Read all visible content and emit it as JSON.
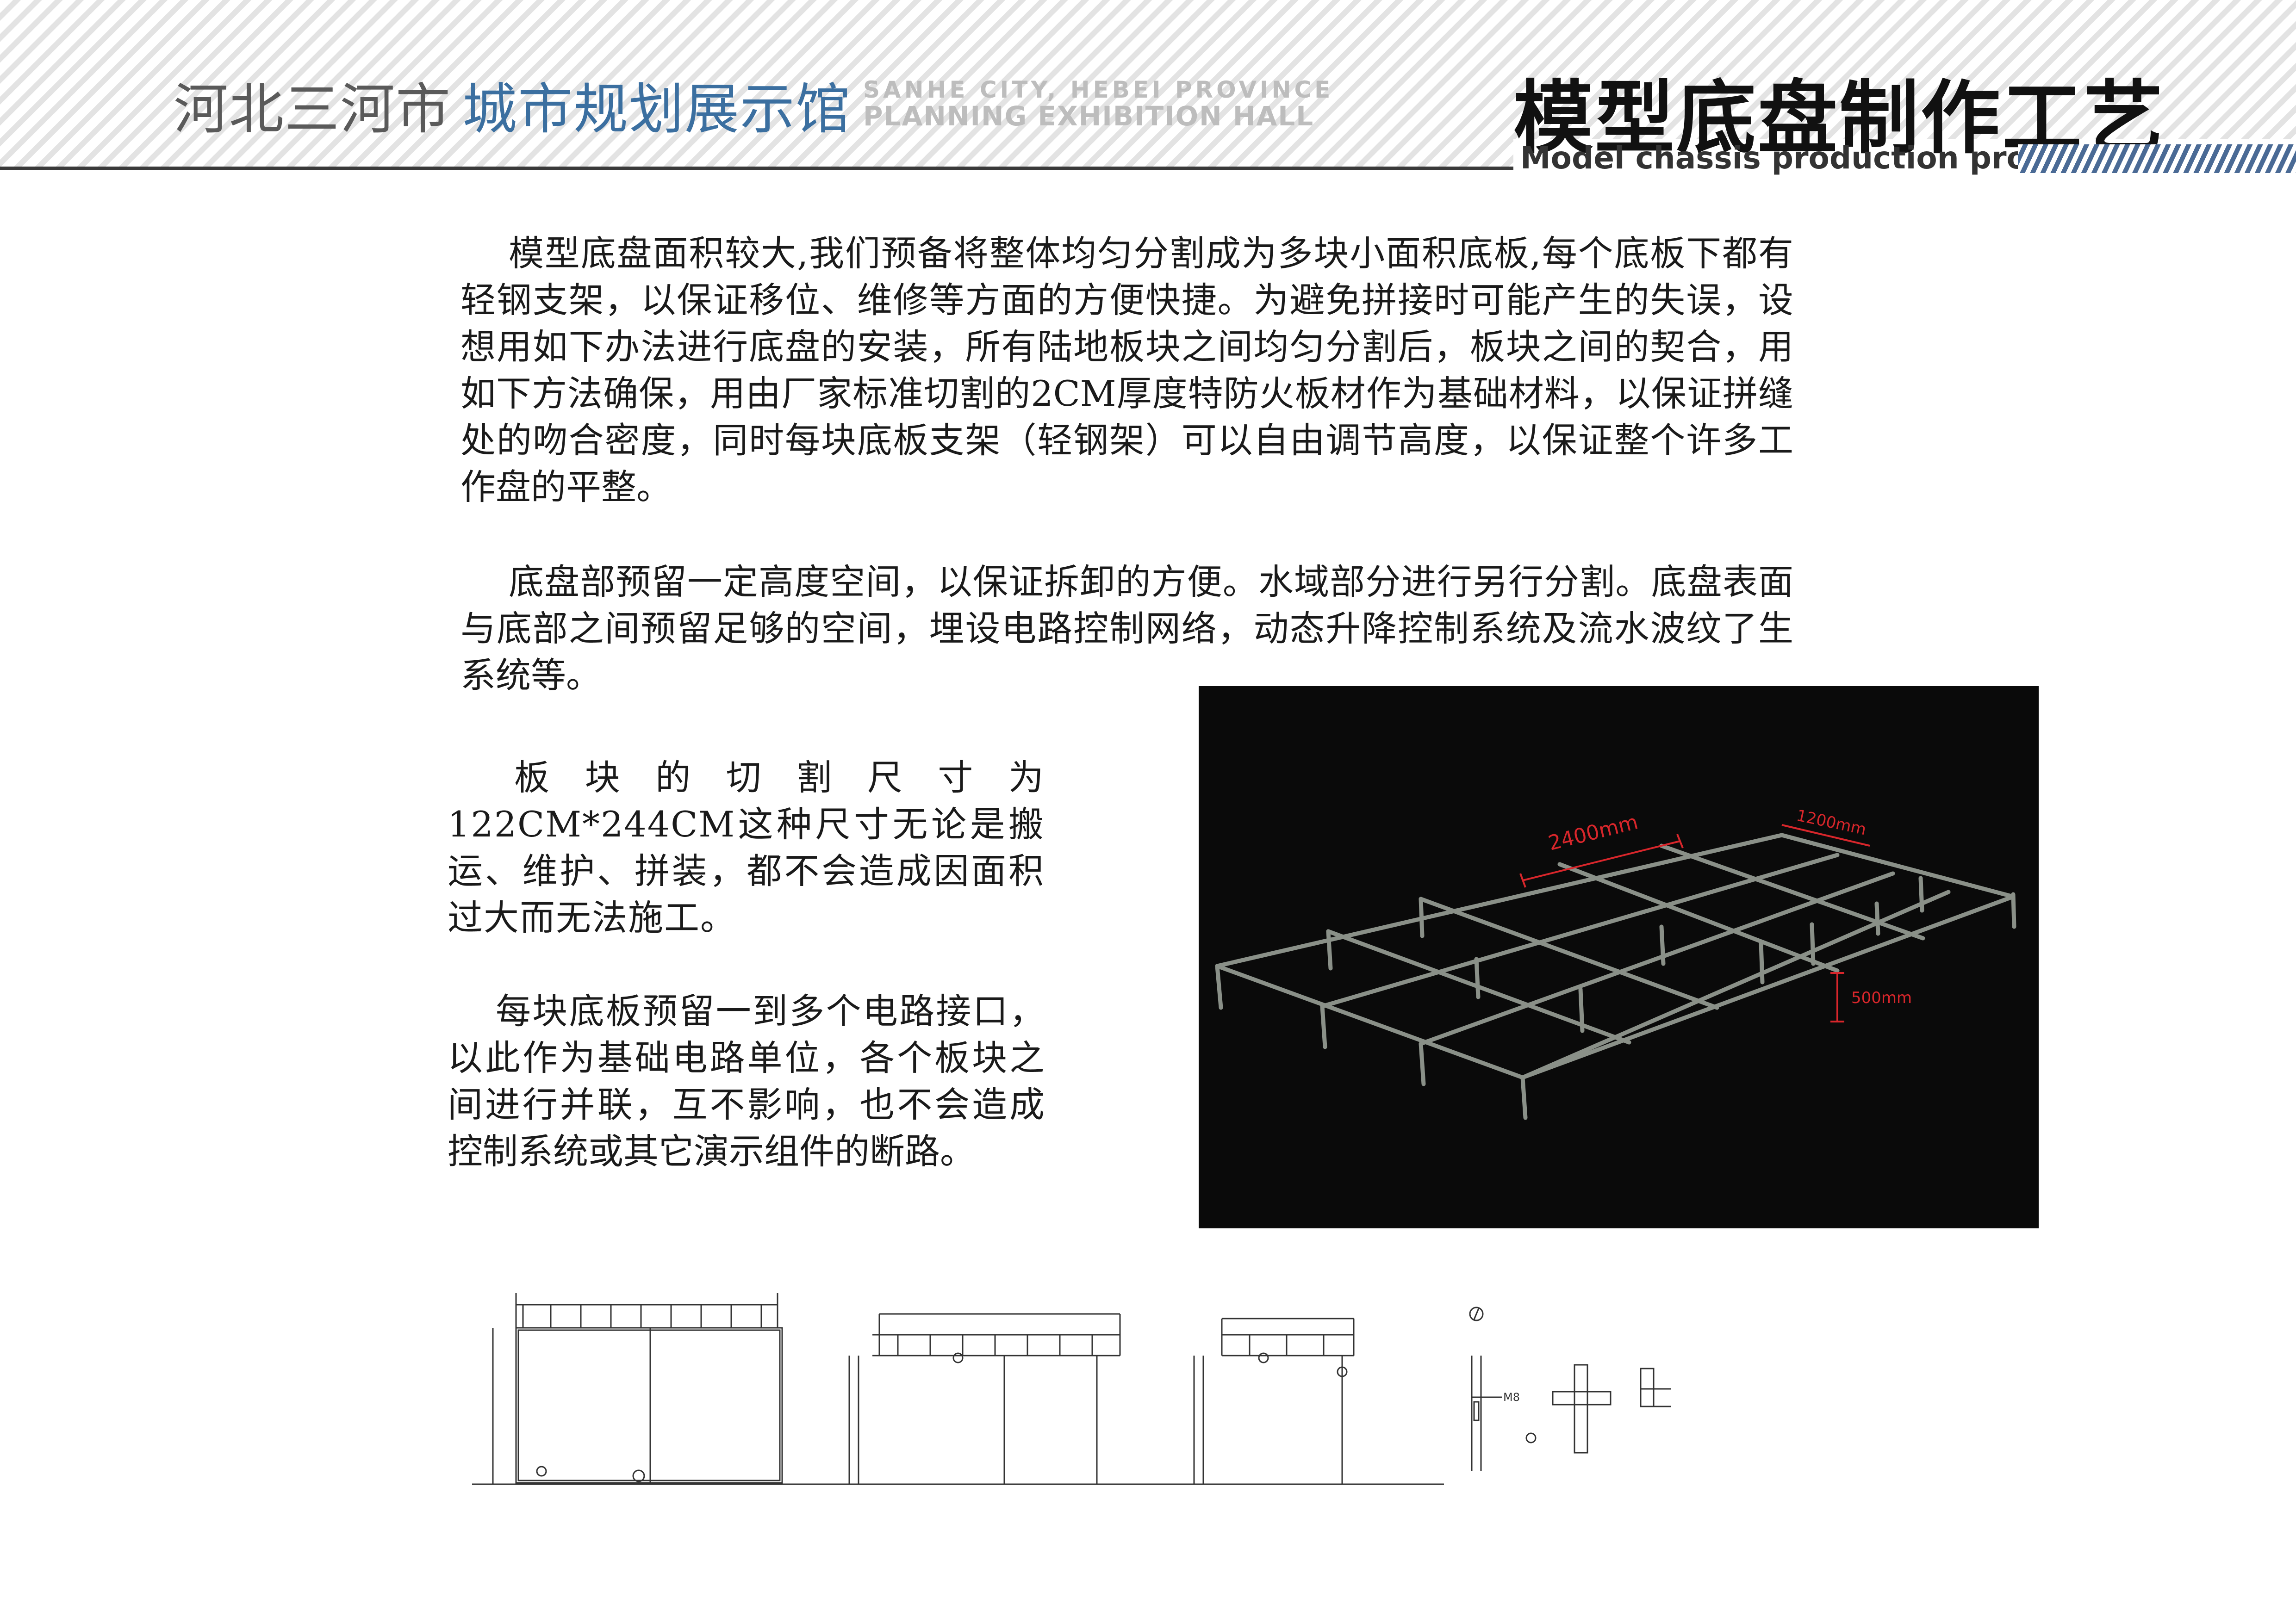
{
  "header": {
    "brand_cn_city": "河北三河市",
    "brand_cn_hall": "城市规划展示馆",
    "brand_en_line1": "SANHE CITY, HEBEI PROVINCE",
    "brand_en_line2": "PLANNING EXHIBITION HALL",
    "title_cn": "模型底盘制作工艺",
    "title_en": "Model chassis production process"
  },
  "body": {
    "paragraph1": "模型底盘面积较大,我们预备将整体均匀分割成为多块小面积底板,每个底板下都有轻钢支架，以保证移位、维修等方面的方便快捷。为避免拼接时可能产生的失误，设想用如下办法进行底盘的安装，所有陆地板块之间均匀分割后，板块之间的契合，用如下方法确保，用由厂家标准切割的2CM厚度特防火板材作为基础材料，以保证拼缝处的吻合密度，同时每块底板支架（轻钢架）可以自由调节高度，以保证整个许多工作盘的平整。",
    "paragraph2": "底盘部预留一定高度空间，以保证拆卸的方便。水域部分进行另行分割。底盘表面与底部之间预留足够的空间，埋设电路控制网络，动态升降控制系统及流水波纹了生系统等。",
    "paragraph3": "板块的切割尺寸为122CM*244CM这种尺寸无论是搬运、维护、拼装，都不会造成因面积过大而无法施工。",
    "paragraph4": "每块底板预留一到多个电路接口，以此作为基础电路单位，各个板块之间进行并联，互不影响，也不会造成控制系统或其它演示组件的断路。"
  },
  "render3d": {
    "dim_length": "2400mm",
    "dim_width": "1200mm",
    "dim_height": "500mm",
    "frame_color": "#8a9088",
    "dim_color": "#d8262b"
  },
  "drawings": {
    "bolt_label": "M8"
  }
}
